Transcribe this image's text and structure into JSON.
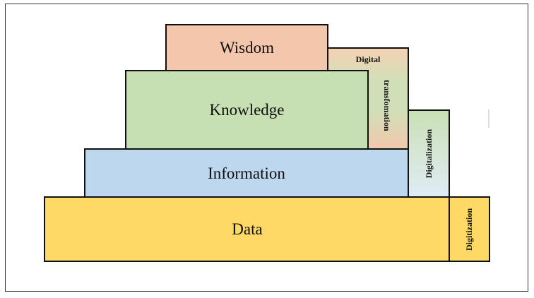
{
  "levels": {
    "wisdom": "Wisdom",
    "knowledge": "Knowledge",
    "information": "Information",
    "data": "Data"
  },
  "processes": {
    "digital_transformation_line1": "Digital",
    "digital_transformation_line2": "transfomation",
    "digitalization": "Digitalization",
    "digitization": "Digitization"
  },
  "colors": {
    "wisdom": "#f4c7ac",
    "knowledge": "#c6e0b4",
    "information": "#bdd7ee",
    "data": "#ffd966"
  }
}
